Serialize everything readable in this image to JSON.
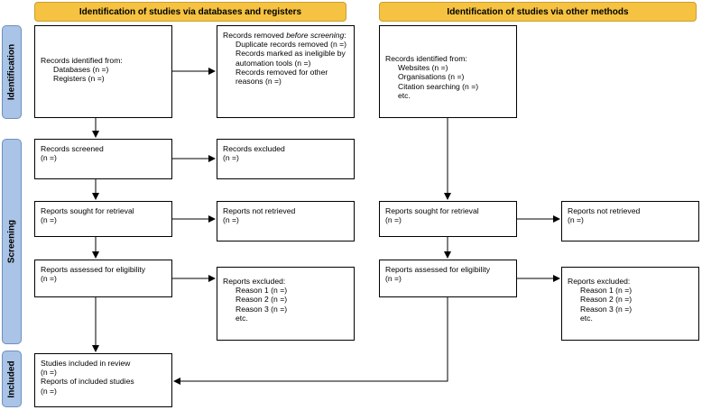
{
  "headers": {
    "databases": "Identification of studies via databases and registers",
    "other": "Identification of studies via other methods"
  },
  "phases": {
    "identification": "Identification",
    "screening": "Screening",
    "included": "Included"
  },
  "db": {
    "identified": {
      "title": "Records identified from:",
      "lines": [
        "Databases (n =)",
        "Registers (n =)"
      ]
    },
    "removed": {
      "title_prefix": "Records removed ",
      "title_italic": "before screening",
      "title_suffix": ":",
      "lines": [
        "Duplicate records removed (n =)",
        "Records marked as ineligible by automation tools (n =)",
        "Records removed for other reasons (n =)"
      ]
    },
    "screened": {
      "title": "Records screened",
      "n": "(n =)"
    },
    "excluded": {
      "title": "Records excluded",
      "n": "(n =)"
    },
    "sought": {
      "title": "Reports sought for retrieval",
      "n": "(n =)"
    },
    "not_retrieved": {
      "title": "Reports not retrieved",
      "n": "(n =)"
    },
    "assessed": {
      "title": "Reports assessed for eligibility",
      "n": "(n =)"
    },
    "reports_excluded": {
      "title": "Reports excluded:",
      "lines": [
        "Reason 1 (n =)",
        "Reason 2 (n =)",
        "Reason 3 (n =)",
        "etc."
      ]
    },
    "included": {
      "lines": [
        "Studies included in review",
        "(n =)",
        "Reports of included studies",
        "(n =)"
      ]
    }
  },
  "other": {
    "identified": {
      "title": "Records identified from:",
      "lines": [
        "Websites (n =)",
        "Organisations (n =)",
        "Citation searching (n =)",
        "etc."
      ]
    },
    "sought": {
      "title": "Reports sought for retrieval",
      "n": "(n =)"
    },
    "not_retrieved": {
      "title": "Reports not retrieved",
      "n": "(n =)"
    },
    "assessed": {
      "title": "Reports assessed for eligibility",
      "n": "(n =)"
    },
    "reports_excluded": {
      "title": "Reports excluded:",
      "lines": [
        "Reason 1 (n =)",
        "Reason 2 (n =)",
        "Reason 3 (n =)",
        "etc."
      ]
    }
  }
}
